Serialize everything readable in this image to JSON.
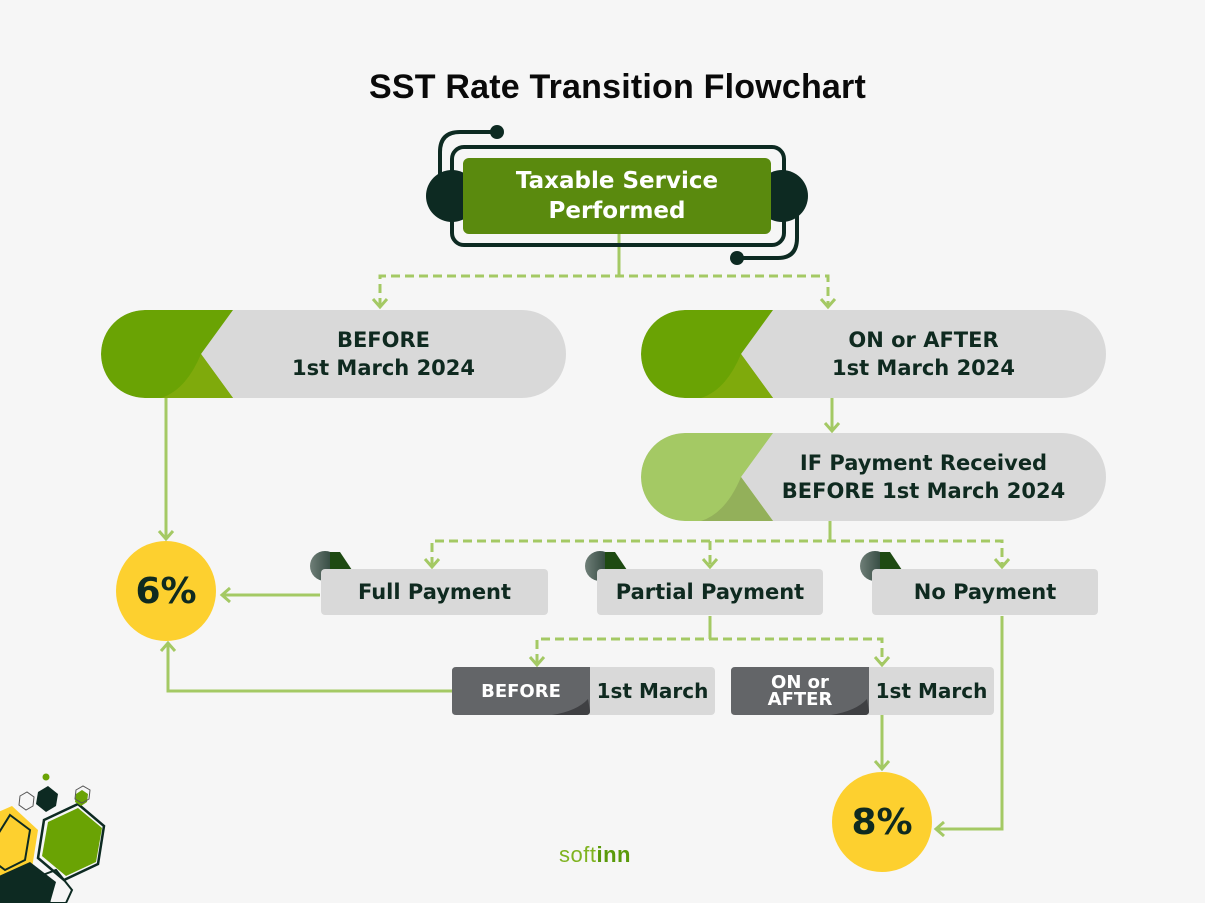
{
  "title": "SST Rate Transition Flowchart",
  "colors": {
    "background": "#f6f6f6",
    "primary_green": "#5a8a0e",
    "bright_green": "#6aa304",
    "light_green": "#a4c964",
    "connector_green": "#a4c964",
    "dark_green": "#0d2a22",
    "pill_gray": "#d9d9d9",
    "tag_gray": "#636568",
    "rate_yellow": "#fdd02f",
    "text_dark": "#0f2a20"
  },
  "start_node": {
    "line1": "Taxable Service",
    "line2": "Performed"
  },
  "branches": {
    "before": {
      "line1": "BEFORE",
      "line2": "1st March 2024"
    },
    "on_or_after": {
      "line1": "ON or AFTER",
      "line2": "1st March 2024"
    }
  },
  "condition": {
    "line1": "IF Payment Received",
    "line2": "BEFORE 1st March 2024"
  },
  "payment_types": [
    {
      "label": "Full Payment"
    },
    {
      "label": "Partial Payment"
    },
    {
      "label": "No Payment"
    }
  ],
  "partial_split": [
    {
      "tag": "BEFORE",
      "tag_line2": "",
      "date": "1st March"
    },
    {
      "tag": "ON or",
      "tag_line2": "AFTER",
      "date": "1st March"
    }
  ],
  "rates": {
    "old": "6%",
    "new": "8%"
  },
  "brand": {
    "part1": "soft",
    "part2": "inn"
  },
  "icons": {
    "start_decoration": "circuit-frame-icon",
    "pill_cap": "chevron-cap-icon",
    "label_knob": "knob-icon",
    "corner_decoration": "hexagon-cluster-icon"
  }
}
